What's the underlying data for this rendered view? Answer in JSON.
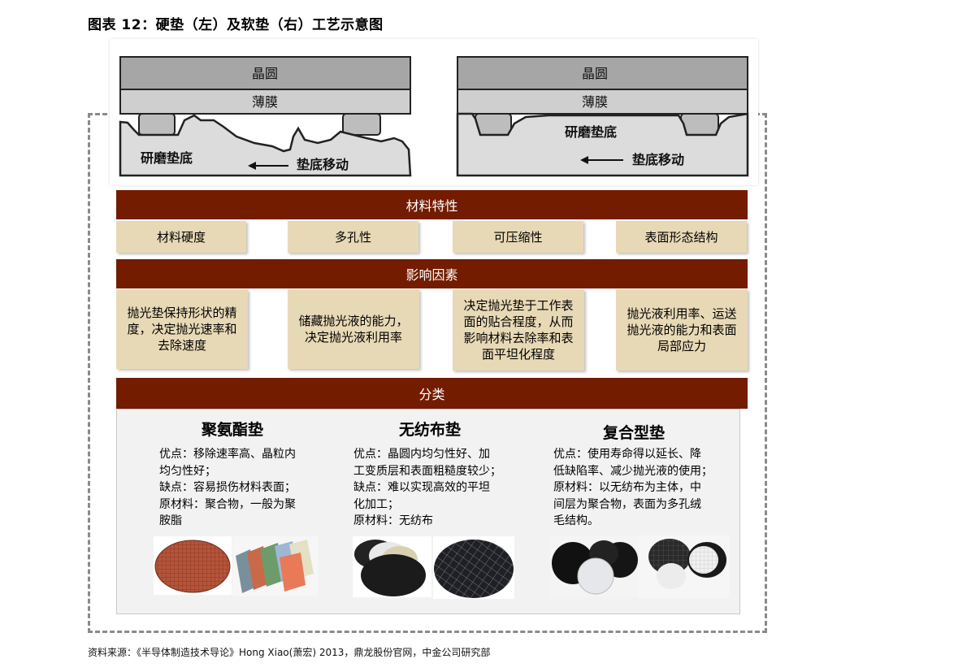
{
  "figure_title": "图表 12：硬垫（左）及软垫（右）工艺示意图",
  "source": "资料来源：《半导体制造技术导论》Hong Xiao(萧宏) 2013，鼎龙股份官网，中金公司研究部",
  "schematic": {
    "left": {
      "wafer": "晶圆",
      "film": "薄膜",
      "pad": "研磨垫底",
      "movement": "垫底移动"
    },
    "right": {
      "wafer": "晶圆",
      "film": "薄膜",
      "pad": "研磨垫底",
      "movement": "垫底移动"
    }
  },
  "material_properties": {
    "header": "材料特性",
    "items": [
      "材料硬度",
      "多孔性",
      "可压缩性",
      "表面形态结构"
    ]
  },
  "influencing_factors": {
    "header": "影响因素",
    "items": [
      "抛光垫保持形状的精\n度，决定抛光速率和\n去除速度",
      "储藏抛光液的能力，\n决定抛光液利用率",
      "决定抛光垫于工作表\n面的贴合程度，从而\n影响材料去除率和表\n面平坦化程度",
      "抛光液利用率、运送\n抛光液的能力和表面\n局部应力"
    ]
  },
  "classification": {
    "header": "分类",
    "types": [
      {
        "name": "聚氨酯垫",
        "text": "优点：移除速率高、晶粒内\n均匀性好；\n缺点：容易损伤材料表面；\n原材料：聚合物，一般为聚\n胺脂"
      },
      {
        "name": "无纺布垫",
        "text": "优点：晶圆内均匀性好、加\n工变质层和表面粗糙度较少；\n缺点：难以实现高效的平坦\n化加工；\n原材料：无纺布"
      },
      {
        "name": "复合型垫",
        "text": "优点：使用寿命得以延长、降\n低缺陷率、减少抛光液的使用；\n原材料：以无纺布为主体，中\n间层为聚合物，表面为多孔绒\n毛结构。"
      }
    ]
  },
  "colors": {
    "header_bar": "#731c00",
    "cell": "#e8d9b6",
    "wafer": "#a6a6a6",
    "film": "#cfcfcf",
    "pad": "#dcdcdc",
    "dashed_border": "#8a8a8a"
  }
}
